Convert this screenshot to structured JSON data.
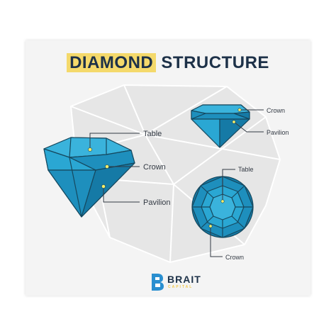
{
  "title": {
    "highlight": "DIAMOND",
    "rest": "STRUCTURE"
  },
  "labels": {
    "large_table": "Table",
    "large_crown": "Crown",
    "large_pavilion": "Pavilion",
    "small_crown": "Crown",
    "small_pavilion": "Pavilion",
    "top_table": "Table",
    "top_crown": "Crown"
  },
  "logo": {
    "name": "BRAIT",
    "sub": "CAPITAL"
  },
  "colors": {
    "diamond_light": "#2aa7d3",
    "diamond_mid": "#1e8fbd",
    "diamond_dark": "#157aa6",
    "outline": "#16485e",
    "title_highlight": "#f4d96b",
    "title_text": "#1d3148",
    "dot": "#f6ee6a"
  }
}
